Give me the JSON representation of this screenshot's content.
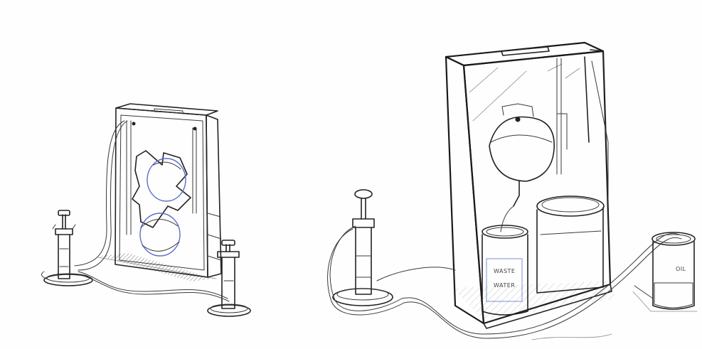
{
  "scene": {
    "sketches": [
      {
        "id": "left",
        "items": [
          "display-box",
          "bladder-upper",
          "bladder-lower",
          "pump-left",
          "pump-right",
          "hoses",
          "shadow-base"
        ]
      },
      {
        "id": "right",
        "items": [
          "tall-display-box",
          "bladder",
          "jar-waste-water",
          "cube-container",
          "pump",
          "oil-jar",
          "hoses"
        ]
      }
    ],
    "labels": {
      "jar_label_line1": "WASTE",
      "jar_label_line2": "WATER",
      "oil_label": "OIL"
    },
    "colors": {
      "ink": "#2b2b2b",
      "blue_highlight": "#5a6fc9",
      "paper": "#fefefe"
    }
  }
}
